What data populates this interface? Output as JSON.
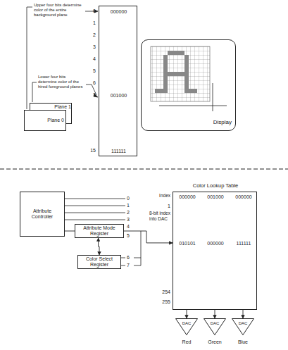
{
  "diagram": {
    "nodes": [
      {
        "text": [
          "Plane 1"
        ]
      },
      {
        "text": [
          "Plane 0"
        ]
      },
      {
        "text": [
          "000000",
          "001000",
          "111111"
        ]
      },
      {
        "text": [
          "Display"
        ]
      },
      {
        "text": [
          "Attribute Controller"
        ]
      },
      {
        "text": [
          "Attribute Mode Register"
        ]
      },
      {
        "text": [
          "Color Select Register"
        ]
      },
      {
        "text": [
          "Color Lookup Table",
          "000000",
          "001000",
          "000000",
          "010101",
          "000000",
          "111111"
        ]
      },
      {
        "text": [
          "DAC"
        ]
      },
      {
        "text": [
          "DAC"
        ]
      },
      {
        "text": [
          "DAC"
        ]
      }
    ],
    "edges": [
      {
        "from": 4,
        "to": 5,
        "arrow": "none"
      },
      {
        "from": 6,
        "to": 5,
        "arrow": "both"
      },
      {
        "from": 5,
        "to": 7,
        "label": "8-bit index into DAC",
        "arrow": "to"
      },
      {
        "from": 7,
        "to": 8,
        "arrow": "to"
      },
      {
        "from": 7,
        "to": 9,
        "arrow": "to"
      },
      {
        "from": 7,
        "to": 10,
        "arrow": "to"
      }
    ],
    "labels": [
      "Upper four bits determine color of the entire background plane",
      "Lower four bits determine color of the hired foreground planes",
      "0",
      "1",
      "2",
      "3",
      "4",
      "5",
      "6",
      "7",
      "15",
      "0",
      "1",
      "2",
      "3",
      "4",
      "5",
      "6",
      "7",
      "Index",
      "1",
      "254",
      "255",
      "Red",
      "Green",
      "Blue"
    ]
  }
}
